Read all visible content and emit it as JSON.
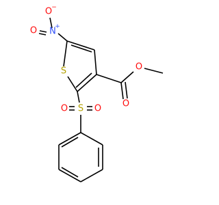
{
  "molecule": {
    "atoms": {
      "nitro_o1": {
        "symbol": "O",
        "charge": "−"
      },
      "nitro_n": {
        "symbol": "N",
        "charge": "+"
      },
      "nitro_o2": {
        "symbol": "O"
      },
      "ring_s": {
        "symbol": "S"
      },
      "ester_o_carbonyl": {
        "symbol": "O"
      },
      "ester_o_single": {
        "symbol": "O"
      },
      "sulfonyl_s": {
        "symbol": "S"
      },
      "sulfonyl_o1": {
        "symbol": "O"
      },
      "sulfonyl_o2": {
        "symbol": "O"
      }
    }
  },
  "colors": {
    "oxygen": "#ff0d0d",
    "nitrogen": "#3050f8",
    "sulfur": "#b3a100",
    "bond": "#000000"
  }
}
